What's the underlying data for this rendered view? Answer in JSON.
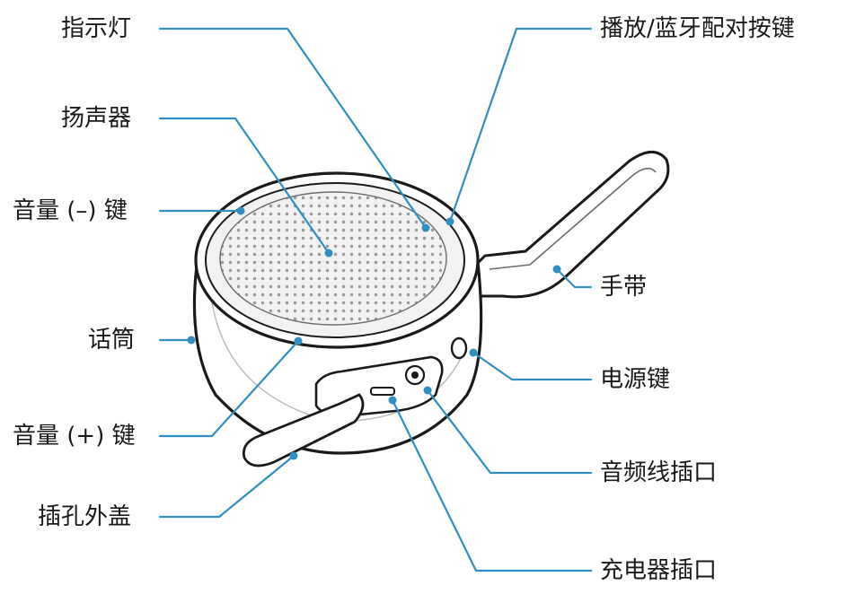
{
  "diagram": {
    "accent_color": "#2f8fc2",
    "labels": {
      "indicator_light": "指示灯",
      "speaker": "扬声器",
      "volume_down_key": "音量 (–) 键",
      "microphone": "话筒",
      "volume_up_key": "音量 (+) 键",
      "port_cover": "插孔外盖",
      "play_pairing_key": "播放/蓝牙配对按键",
      "strap": "手带",
      "power_key": "电源键",
      "audio_cable_port": "音频线插口",
      "charger_port": "充电器插口"
    }
  }
}
